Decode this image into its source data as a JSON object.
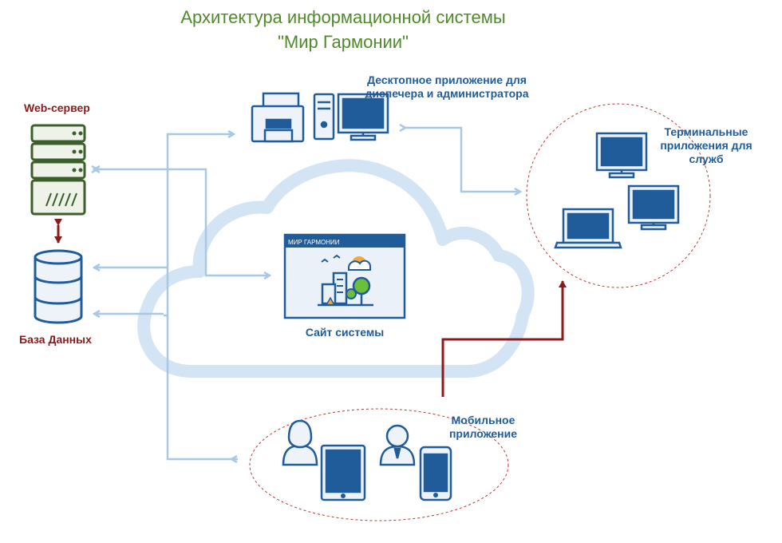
{
  "title": {
    "line1": "Архитектура информационной системы",
    "line2": "\"Мир Гармонии\""
  },
  "labels": {
    "web_server": "Web-сервер",
    "database": "База Данных",
    "desktop_app": "Десктопное приложение для диспечера и администратора",
    "terminal_apps": "Терминальные приложения для служб",
    "site": "Сайт системы",
    "site_window_title": "МИР ГАРМОНИИ",
    "mobile_app": "Мобильное приложение"
  },
  "colors": {
    "title_green": "#4f8a2a",
    "label_blue": "#1f5c99",
    "label_red": "#8b1a1a",
    "connector_blue": "#a8c8e6",
    "connector_red": "#8b1a1a",
    "device_fill": "#1f5c99",
    "server_green": "#3b5e2b"
  }
}
